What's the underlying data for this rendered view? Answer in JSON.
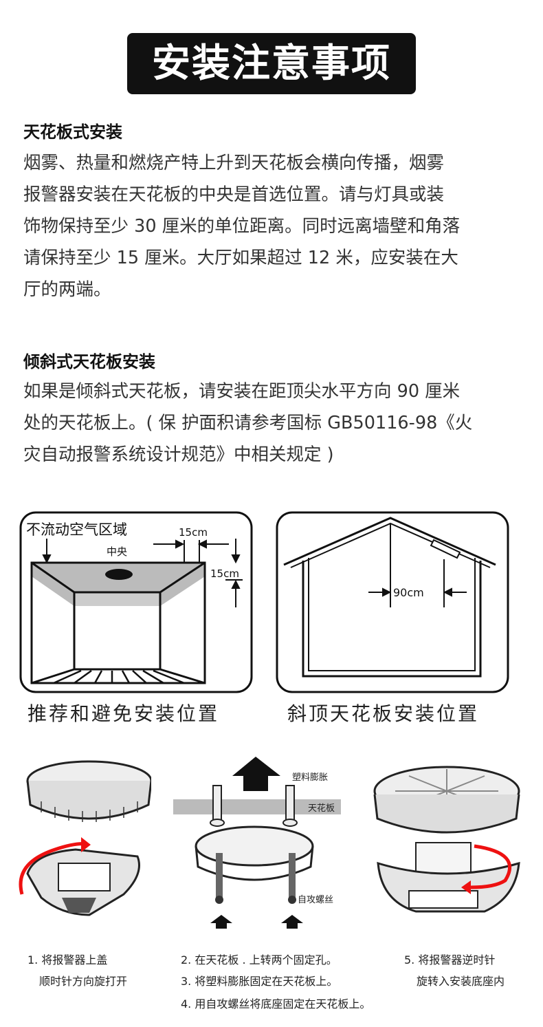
{
  "title": "安装注意事项",
  "sections": [
    {
      "heading": "天花板式安装",
      "lines": [
        "烟雾、热量和燃烧产特上升到天花板会横向传播，烟雾",
        "报警器安装在天花板的中央是首选位置。请与灯具或装",
        "饰物保持至少 30 厘米的单位距离。同时远离墙壁和角落",
        "请保持至少 15 厘米。大厅如果超过 12 米，应安装在大",
        "厅的两端。"
      ]
    },
    {
      "heading": "倾斜式天花板安装",
      "lines": [
        "如果是倾斜式天花板，请安装在距顶尖水平方向 90 厘米",
        "处的天花板上。( 保 护面积请参考国标 GB50116-98《火",
        "灾自动报警系统设计规范》中相关规定 )"
      ]
    }
  ],
  "diagram_left": {
    "label_dead_air": "不流动空气区域",
    "label_center": "中央",
    "label_15cm_a": "15cm",
    "label_15cm_b": "15cm",
    "caption": "推荐和避免安装位置"
  },
  "diagram_right": {
    "label_90cm": "90cm",
    "caption": "斜顶天花板安装位置"
  },
  "install": {
    "label_anchor": "塑料膨胀",
    "label_ceiling": "天花板",
    "label_screw": "自攻螺丝"
  },
  "steps": {
    "s1a": "1. 将报警器上盖",
    "s1b": "顺时针方向旋打开",
    "s2": "2. 在天花板 . 上转两个固定孔。",
    "s3": "3. 将塑料膨胀固定在天花板上。",
    "s4": "4. 用自攻螺丝将底座固定在天花板上。",
    "s5a": "5. 将报警器逆时针",
    "s5b": "旋转入安装底座内"
  }
}
